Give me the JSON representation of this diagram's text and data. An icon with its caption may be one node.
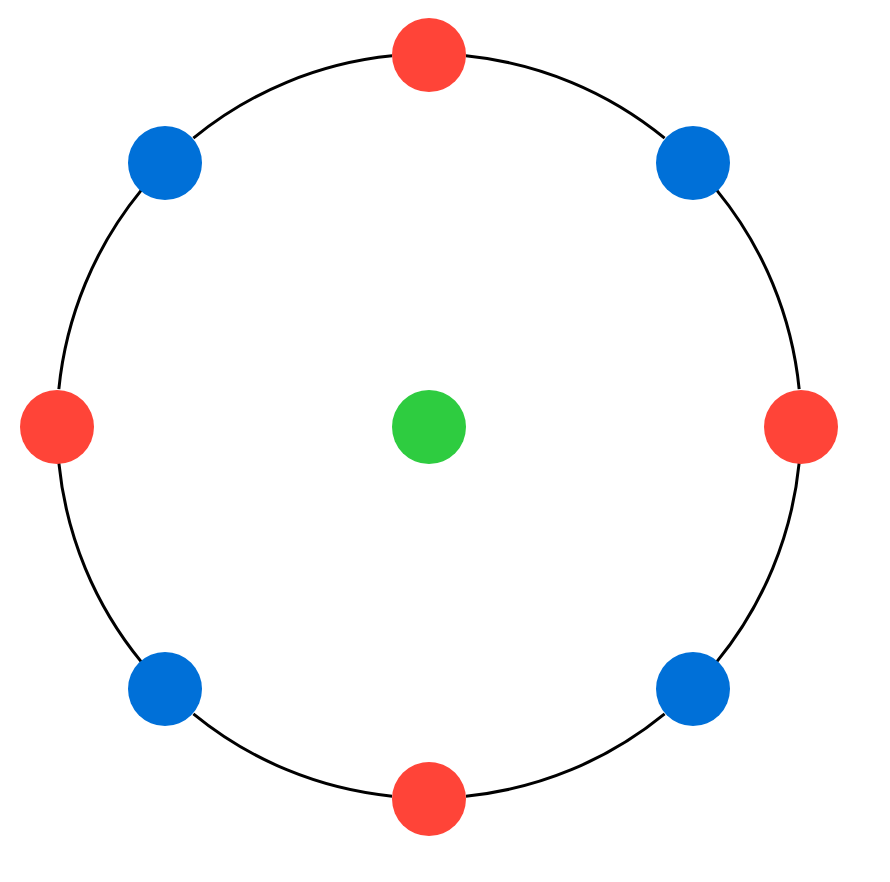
{
  "diagram": {
    "nodes": [
      {
        "text": [],
        "shape": "circle"
      },
      {
        "text": [],
        "shape": "circle"
      },
      {
        "text": [],
        "shape": "circle"
      },
      {
        "text": [],
        "shape": "circle"
      },
      {
        "text": [],
        "shape": "circle"
      },
      {
        "text": [],
        "shape": "circle"
      },
      {
        "text": [],
        "shape": "circle"
      },
      {
        "text": [],
        "shape": "circle"
      },
      {
        "text": [],
        "shape": "circle"
      }
    ],
    "edges": [
      {
        "from": 0,
        "to": 2,
        "arrow": "none"
      },
      {
        "from": 2,
        "to": 5,
        "arrow": "none"
      },
      {
        "from": 5,
        "to": 7,
        "arrow": "none"
      },
      {
        "from": 7,
        "to": 8,
        "arrow": "none"
      },
      {
        "from": 8,
        "to": 6,
        "arrow": "none"
      },
      {
        "from": 6,
        "to": 3,
        "arrow": "none"
      },
      {
        "from": 3,
        "to": 1,
        "arrow": "none"
      },
      {
        "from": 1,
        "to": 0,
        "arrow": "none"
      }
    ]
  }
}
